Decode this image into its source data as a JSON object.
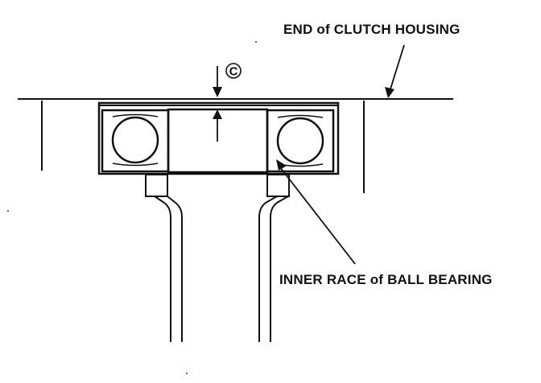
{
  "labels": {
    "clutch_housing": "END of CLUTCH HOUSING",
    "inner_race": "INNER RACE of BALL BEARING",
    "clearance_marker": "C"
  },
  "colors": {
    "ink": "#111111",
    "background": "#ffffff"
  }
}
